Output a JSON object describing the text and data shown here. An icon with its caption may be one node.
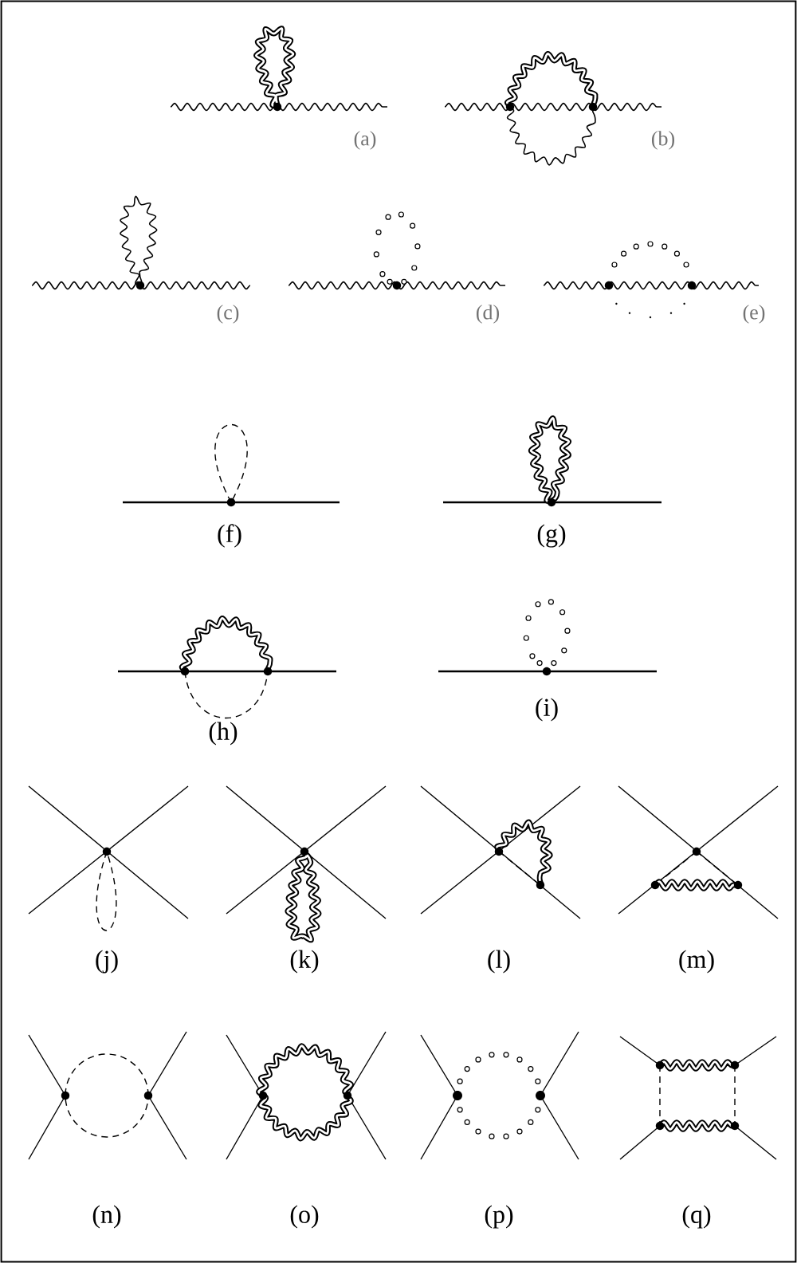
{
  "diagram": {
    "labels": [
      "(a)",
      "(b)",
      "(c)",
      "(d)",
      "(e)",
      "(f)",
      "(g)",
      "(h)",
      "(i)",
      "(j)",
      "(k)",
      "(l)",
      "(m)",
      "(n)",
      "(o)",
      "(p)",
      "(q)"
    ]
  }
}
